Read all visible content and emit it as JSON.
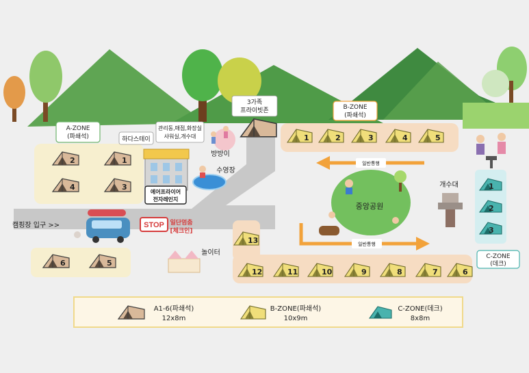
{
  "entrance": {
    "label": "캠핑장 입구 >>"
  },
  "zones": {
    "a": {
      "title": "A-ZONE",
      "subtitle": "(파쇄석)",
      "sites": [
        "1",
        "2",
        "3",
        "4",
        "5",
        "6"
      ]
    },
    "b": {
      "title": "B-ZONE",
      "subtitle": "(파쇄석)",
      "sites": [
        "1",
        "2",
        "3",
        "4",
        "5",
        "6",
        "7",
        "8",
        "9",
        "10",
        "11",
        "12",
        "13"
      ]
    },
    "c": {
      "title": "C-ZONE",
      "subtitle": "(데크)",
      "sites": [
        "1",
        "2",
        "3"
      ]
    },
    "family": {
      "line1": "3가족",
      "line2": "프라이빗존",
      "label": "3가족 프라이빗존"
    }
  },
  "facilities": {
    "hadastay": "하다스테이",
    "management_line1": "관리동,매점,화장실",
    "management_line2": "샤워실,개수대",
    "airfryer_line1": "에어프라이어",
    "airfryer_line2": "전자레인지",
    "trampoline": "방방이",
    "pool": "수영장",
    "stop_sign": "STOP",
    "stop_text_line1": "일단멈춤",
    "stop_text_line2": "[체크인]",
    "playground": "놀이터",
    "sink": "개수대",
    "park": "중앙공원",
    "traffic_top": "일반통행",
    "traffic_bottom": "일반통행"
  },
  "legend": [
    {
      "name": "A1-6(파쇄석)",
      "size": "12x8m",
      "tent_color": "#d9b99a"
    },
    {
      "name": "B-ZONE(파쇄석)",
      "size": "10x9m",
      "tent_color": "#f0de7a"
    },
    {
      "name": "C-ZONE(데크)",
      "size": "8x8m",
      "tent_color": "#49b3ae"
    }
  ],
  "colors": {
    "road": "#c8c8c8",
    "zone_a_bg": "#f7efcf",
    "zone_b_bg": "#f6dcc2",
    "zone_c_bg": "#d4eef0",
    "park": "#73c05e",
    "mountain": "#4f9b48",
    "arrow": "#f2a23a",
    "legend_border": "#f0d98a"
  }
}
